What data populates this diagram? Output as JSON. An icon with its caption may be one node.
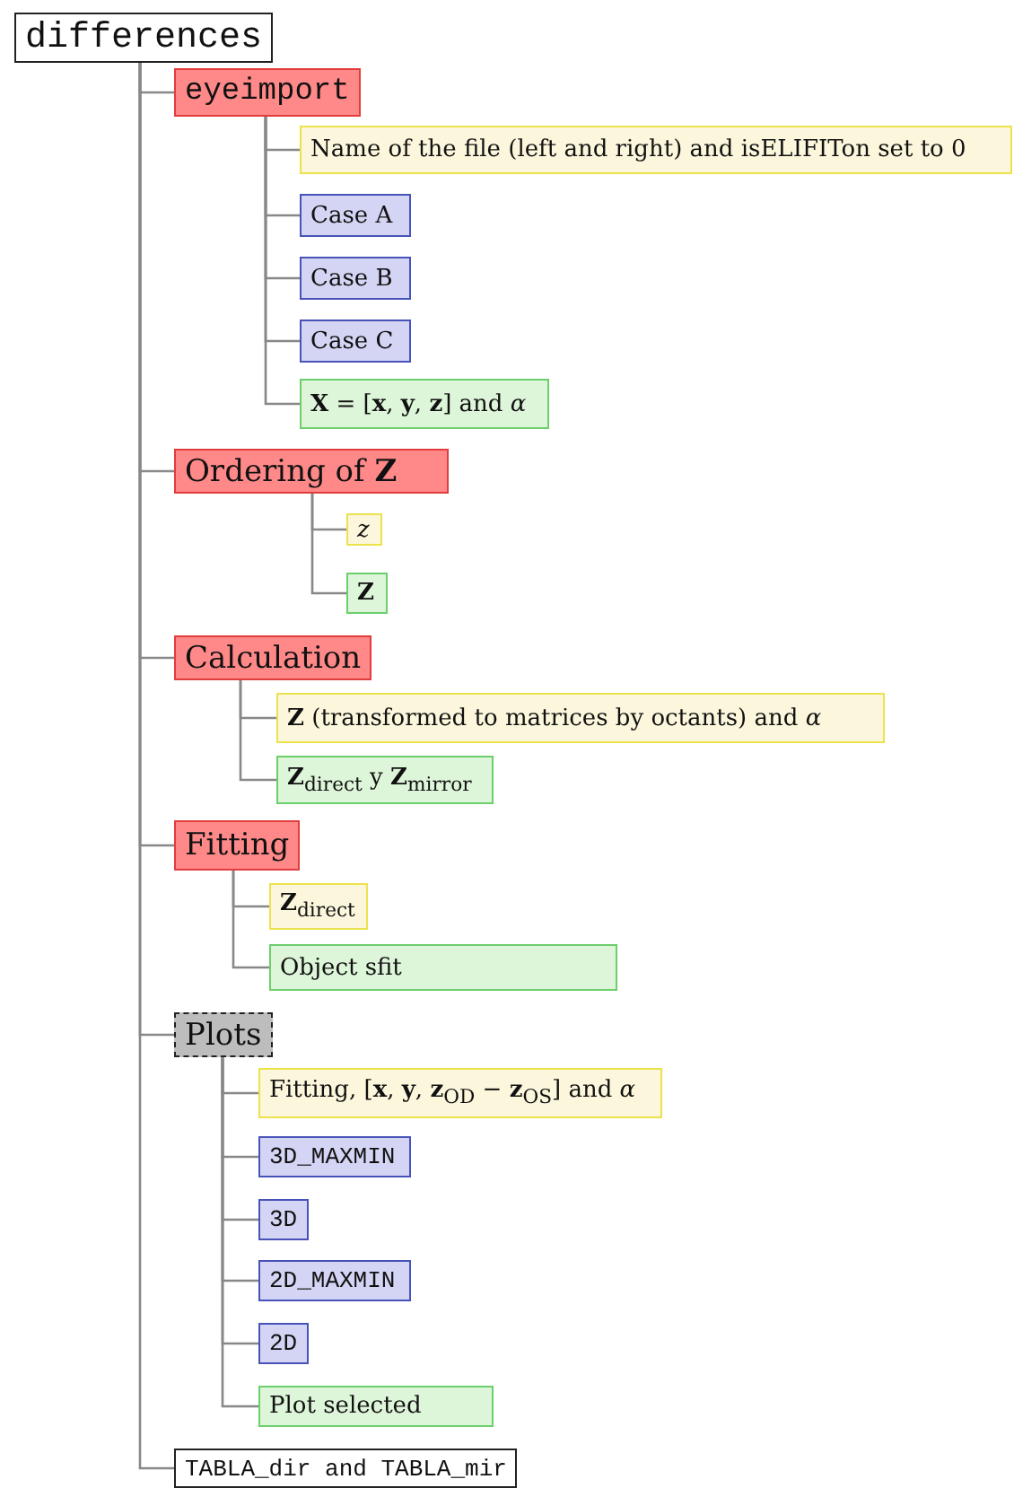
{
  "diagram": {
    "nodes": [
      {
        "text": [
          "differences"
        ]
      },
      {
        "text": [
          "eyeimport"
        ]
      },
      {
        "text": [
          "Name of the file (left and right) and isELIFITon set to 0"
        ]
      },
      {
        "text": [
          "Case A"
        ]
      },
      {
        "text": [
          "Case B"
        ]
      },
      {
        "text": [
          "Case C"
        ]
      },
      {
        "text": [
          "**X** = [**x**, **y**, **z**] and *α*"
        ]
      },
      {
        "text": [
          "Ordering of **Z**"
        ]
      },
      {
        "text": [
          "z"
        ]
      },
      {
        "text": [
          "Z"
        ]
      },
      {
        "text": [
          "Calculation"
        ]
      },
      {
        "text": [
          "**Z** (transformed to matrices by octants) and *α*"
        ]
      },
      {
        "text": [
          "**Z**$_{direct}$ y **Z**$_{mirror}$"
        ]
      },
      {
        "text": [
          "Fitting"
        ]
      },
      {
        "text": [
          "**Z**$_{direct}$"
        ]
      },
      {
        "text": [
          "Object sfit"
        ]
      },
      {
        "text": [
          "Plots"
        ]
      },
      {
        "text": [
          "Fitting, [**x**, **y**, **z**$_{OD}$ − **z**$_{OS}$] and *α*"
        ]
      },
      {
        "text": [
          "3D_MAXMIN"
        ]
      },
      {
        "text": [
          "3D"
        ]
      },
      {
        "text": [
          "2D_MAXMIN"
        ]
      },
      {
        "text": [
          "2D"
        ]
      },
      {
        "text": [
          "Plot selected"
        ]
      },
      {
        "text": [
          "TABLA_dir and TABLA_mir"
        ]
      }
    ],
    "edges": [
      {
        "from": 0,
        "to": 1,
        "arrow": "none"
      },
      {
        "from": 1,
        "to": 2,
        "arrow": "none"
      },
      {
        "from": 1,
        "to": 3,
        "arrow": "none"
      },
      {
        "from": 1,
        "to": 4,
        "arrow": "none"
      },
      {
        "from": 1,
        "to": 5,
        "arrow": "none"
      },
      {
        "from": 1,
        "to": 6,
        "arrow": "none"
      },
      {
        "from": 0,
        "to": 7,
        "arrow": "none"
      },
      {
        "from": 7,
        "to": 8,
        "arrow": "none"
      },
      {
        "from": 7,
        "to": 9,
        "arrow": "none"
      },
      {
        "from": 0,
        "to": 10,
        "arrow": "none"
      },
      {
        "from": 10,
        "to": 11,
        "arrow": "none"
      },
      {
        "from": 10,
        "to": 12,
        "arrow": "none"
      },
      {
        "from": 0,
        "to": 13,
        "arrow": "none"
      },
      {
        "from": 13,
        "to": 14,
        "arrow": "none"
      },
      {
        "from": 13,
        "to": 15,
        "arrow": "none"
      },
      {
        "from": 0,
        "to": 16,
        "arrow": "none"
      },
      {
        "from": 16,
        "to": 17,
        "arrow": "none"
      },
      {
        "from": 16,
        "to": 18,
        "arrow": "none"
      },
      {
        "from": 16,
        "to": 19,
        "arrow": "none"
      },
      {
        "from": 16,
        "to": 20,
        "arrow": "none"
      },
      {
        "from": 16,
        "to": 21,
        "arrow": "none"
      },
      {
        "from": 16,
        "to": 22,
        "arrow": "none"
      },
      {
        "from": 0,
        "to": 23,
        "arrow": "none"
      }
    ]
  }
}
